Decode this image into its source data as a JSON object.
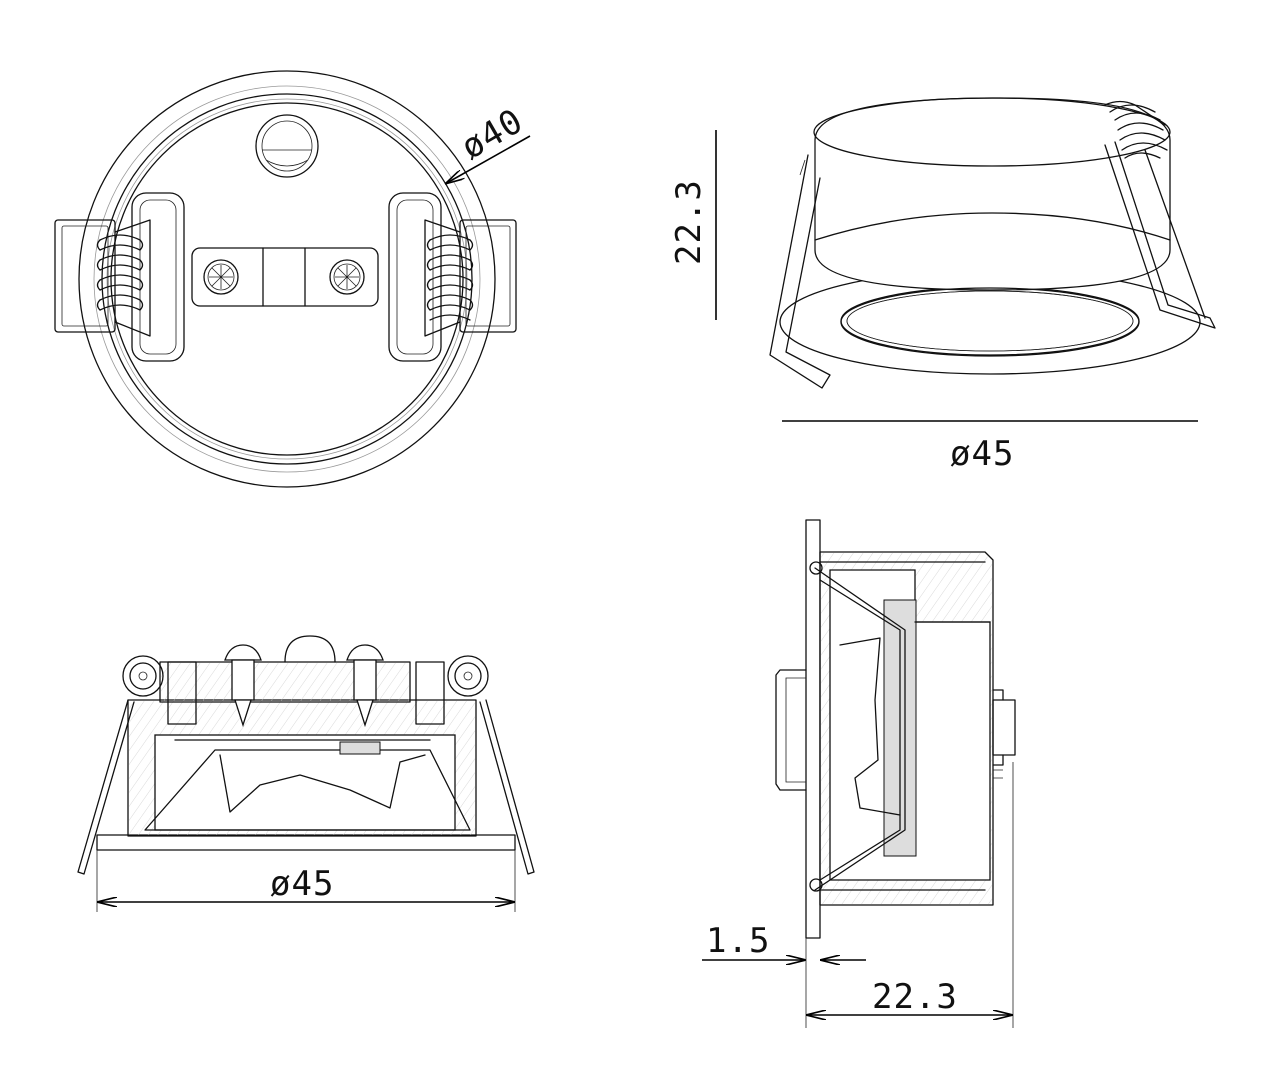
{
  "top_view": {
    "diameter_label": "ø40"
  },
  "perspective_view": {
    "height_label": "22.3",
    "diameter_label": "ø45"
  },
  "front_view": {
    "diameter_label": "ø45"
  },
  "side_view": {
    "flange_label": "1.5",
    "depth_label": "22.3"
  }
}
